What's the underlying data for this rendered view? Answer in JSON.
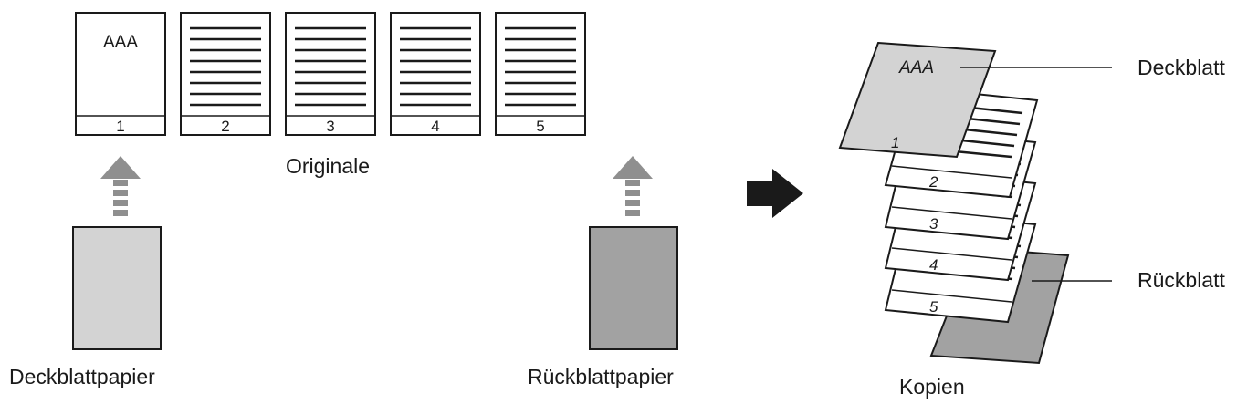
{
  "originals": {
    "label": "Originale",
    "cover_text": "AAA",
    "pages": [
      "1",
      "2",
      "3",
      "4",
      "5"
    ]
  },
  "feeds": {
    "cover_label": "Deckblattpapier",
    "back_label": "Rückblattpapier"
  },
  "copies": {
    "label": "Kopien",
    "cover_text": "AAA",
    "pages": [
      "1",
      "2",
      "3",
      "4",
      "5"
    ],
    "cover_callout": "Deckblatt",
    "back_callout": "Rückblatt"
  },
  "colors": {
    "cover_paper": "#d3d3d3",
    "back_paper": "#a2a2a2",
    "arrow_gray": "#8f8f8f",
    "arrow_black": "#1a1a1a",
    "line": "#1a1a1a"
  }
}
